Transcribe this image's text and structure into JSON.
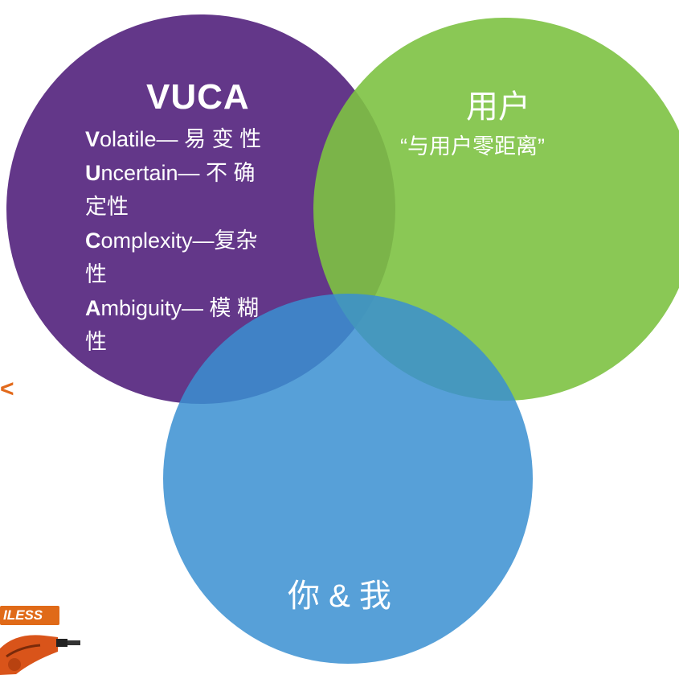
{
  "circles": {
    "vuca": {
      "title": "VUCA",
      "color": "#5b2c83",
      "lines": [
        {
          "bold": "V",
          "text": "olatile— 易 变 性"
        },
        {
          "bold": "U",
          "text": "ncertain— 不 确"
        },
        {
          "bold": "",
          "text": "定性"
        },
        {
          "bold": "C",
          "text": "omplexity—复杂"
        },
        {
          "bold": "",
          "text": "性"
        },
        {
          "bold": "A",
          "text": "mbiguity— 模 糊"
        },
        {
          "bold": "",
          "text": "性"
        }
      ]
    },
    "user": {
      "title": "用户",
      "quote": "“与用户零距离”",
      "color": "#7dc242"
    },
    "you_me": {
      "title": "你 & 我",
      "color": "#3a8fd1"
    }
  },
  "background_fragments": {
    "logo_text": "ILESS",
    "orange_mark": "<",
    "tool_icon": "angle-grinder-icon"
  }
}
